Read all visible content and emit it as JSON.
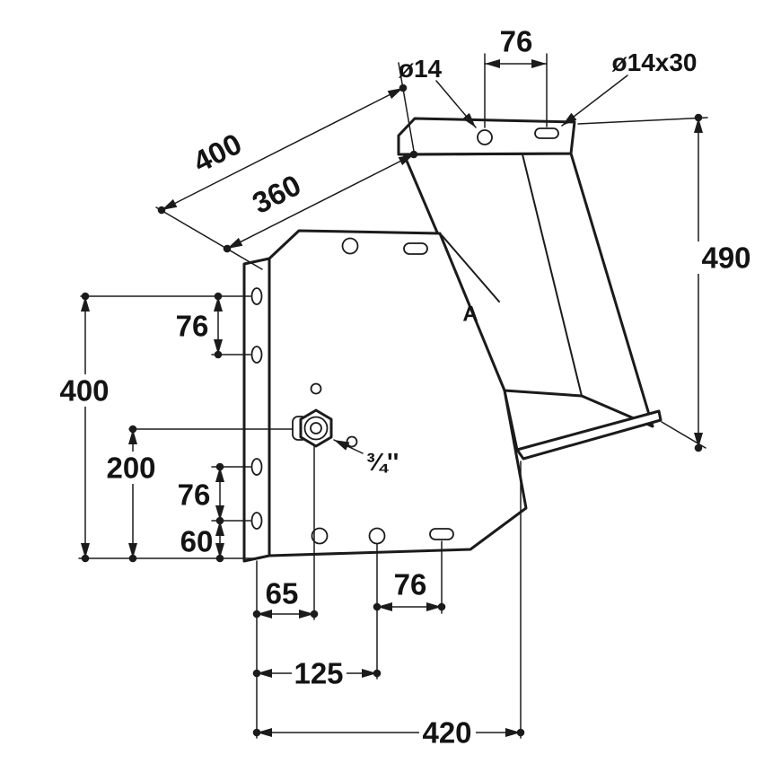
{
  "drawing": {
    "title": "mounting-bracket-dimensioned-drawing",
    "colors": {
      "line": "#1b1b1b",
      "background": "#ffffff"
    },
    "labels": {
      "diag400": "400",
      "diag360": "360",
      "dia14": "ø14",
      "top76": "76",
      "dia14x30": "ø14x30",
      "right490": "490",
      "left76u": "76",
      "left400": "400",
      "left200": "200",
      "left76l": "76",
      "left60": "60",
      "bottom65": "65",
      "bottom76": "76",
      "bottom125": "125",
      "bottom420": "420",
      "thread": "¾''",
      "sectionA": "A"
    }
  }
}
